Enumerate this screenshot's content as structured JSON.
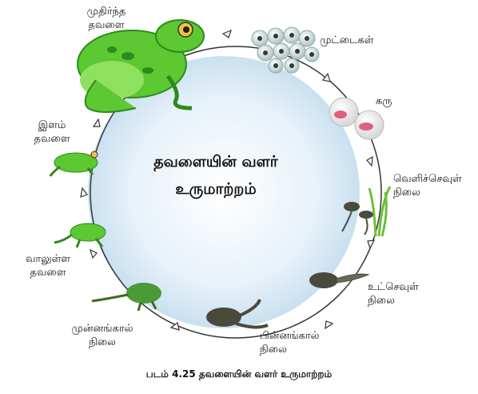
{
  "center_title": {
    "line1": "தவளையின் வளர்",
    "line2": "உருமாற்றம்"
  },
  "stages": {
    "adult_frog": {
      "line1": "முதிர்ந்த",
      "line2": "தவளை"
    },
    "eggs": {
      "line1": "முட்டைகள்"
    },
    "embryo": {
      "line1": "கரு"
    },
    "external_gills": {
      "line1": "வெளிச்செவுள்",
      "line2": "நிலை"
    },
    "internal_gills": {
      "line1": "உட்செவுள்",
      "line2": "நிலை"
    },
    "hindlimb": {
      "line1": "பின்னங்கால்",
      "line2": "நிலை"
    },
    "forelimb": {
      "line1": "முன்னங்கால்",
      "line2": "நிலை"
    },
    "tailed_frog": {
      "line1": "வாலுள்ள",
      "line2": "தவளை"
    },
    "young_frog": {
      "line1": "இளம்",
      "line2": "தவளை"
    }
  },
  "caption": "படம் 4.25 தவளையின் வளர் உருமாற்றம்",
  "colors": {
    "disc": "#dcebf6",
    "frog": "#5cc832",
    "frog_dark": "#2e8a1c",
    "tadpole": "#4a4a3c",
    "cycle": "#333333"
  }
}
